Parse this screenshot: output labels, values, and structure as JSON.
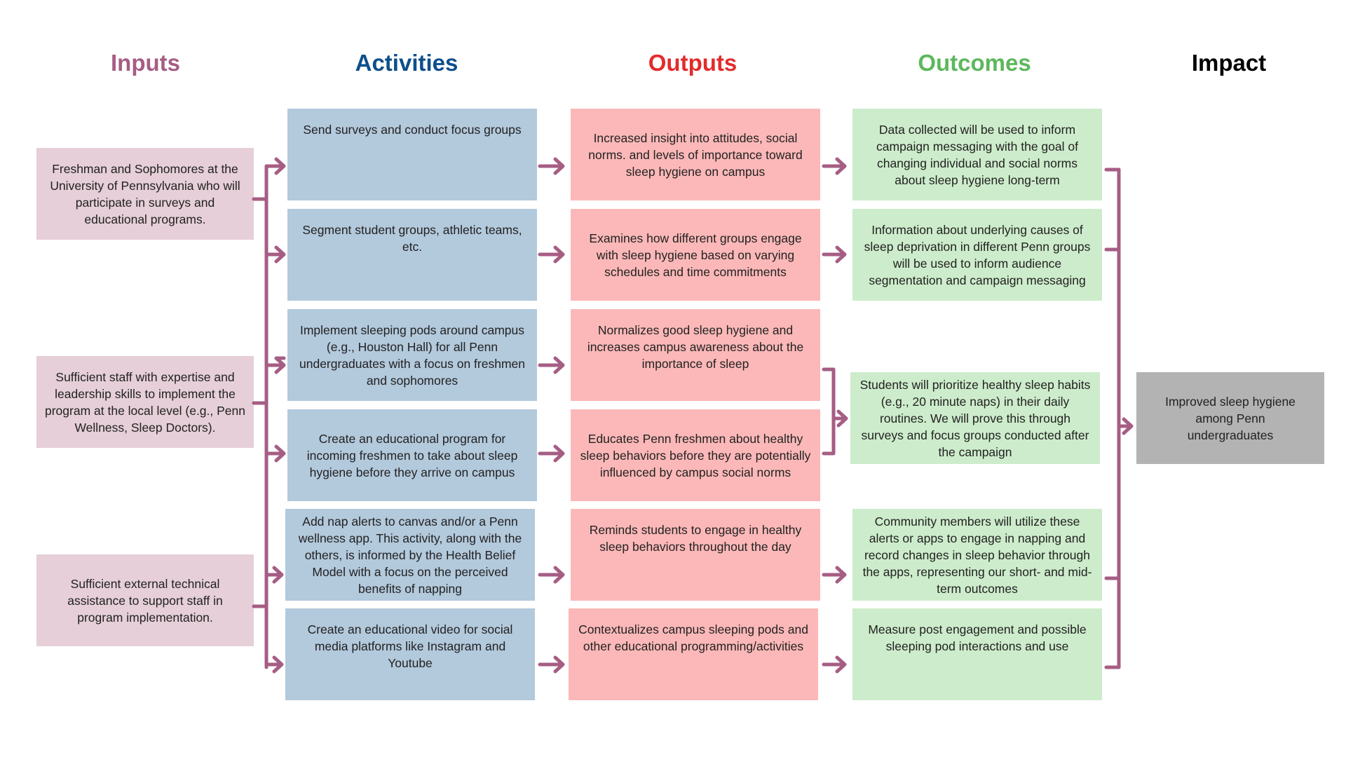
{
  "colors": {
    "inputs": "#a65d84",
    "activities": "#0d4f8b",
    "outputs": "#e32b2b",
    "outcomes": "#5cb85c",
    "impact": "#000000",
    "inputs_box": "#e6cfd8",
    "activities_box": "#b3c9dc",
    "outputs_box": "#fcb8b8",
    "outcomes_box": "#cdeccb",
    "impact_box": "#b3b3b3",
    "connector": "#a65d84"
  },
  "headers": {
    "inputs": "Inputs",
    "activities": "Activities",
    "outputs": "Outputs",
    "outcomes": "Outcomes",
    "impact": "Impact"
  },
  "inputs": [
    "Freshman and Sophomores at the University of Pennsylvania who will participate in surveys and educational programs.",
    "Sufficient staff with expertise and leadership skills to implement the program at the local level (e.g., Penn Wellness, Sleep Doctors).",
    "Sufficient external technical assistance to support staff in program implementation."
  ],
  "activities": [
    "Send surveys and conduct focus groups",
    "Segment student groups, athletic teams, etc.",
    "Implement sleeping pods around campus (e.g., Houston Hall) for all Penn undergraduates with a focus on freshmen and sophomores",
    "Create an educational program for incoming freshmen to take about sleep hygiene before they arrive on campus",
    "Add nap alerts to canvas and/or a Penn wellness app. This activity, along with the others, is informed by the Health Belief Model with a focus on the perceived benefits of napping",
    "Create an educational video for social media platforms like Instagram and Youtube"
  ],
  "outputs": [
    "Increased insight into attitudes, social norms. and levels of importance toward sleep hygiene on campus",
    "Examines how different groups engage with sleep hygiene based on varying schedules and time commitments",
    "Normalizes good sleep hygiene and increases campus awareness about the importance of sleep",
    "Educates Penn freshmen about healthy sleep behaviors before they are potentially influenced by campus social norms",
    "Reminds students to engage in healthy sleep behaviors throughout the day",
    "Contextualizes campus sleeping pods and other educational programming/activities"
  ],
  "outcomes": [
    "Data collected will be used to inform campaign messaging with the goal of changing individual and social norms about sleep hygiene long-term",
    "Information about underlying causes of sleep deprivation in different Penn groups will be used to inform audience segmentation and campaign messaging",
    "Students will prioritize healthy sleep habits (e.g., 20 minute naps) in their daily routines. We will prove this through surveys and focus groups conducted after the campaign",
    "Community members will utilize these alerts or apps to engage in napping and record changes in sleep behavior through the apps, representing our short- and mid-term outcomes",
    "Measure post engagement and possible sleeping pod interactions and use"
  ],
  "impact": "Improved sleep hygiene among Penn undergraduates"
}
